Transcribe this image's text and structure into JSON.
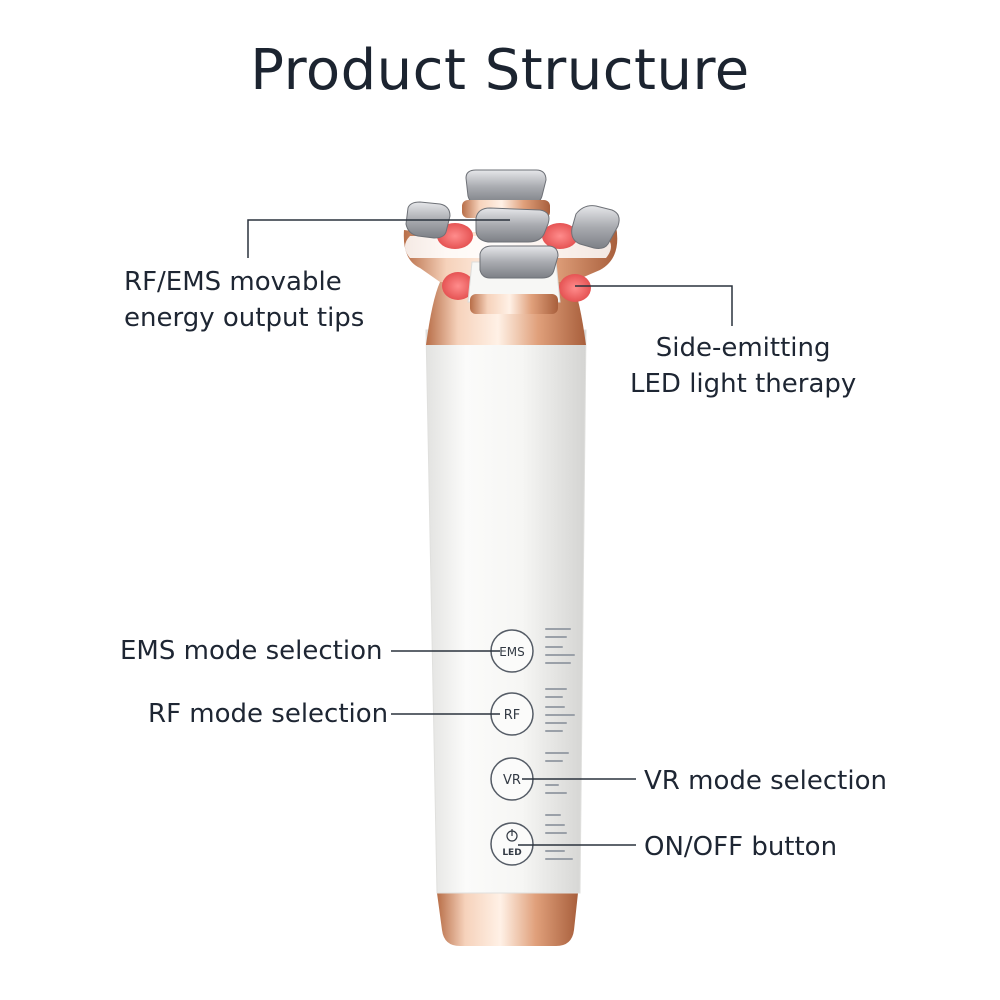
{
  "title": "Product Structure",
  "callouts": {
    "tips": [
      "RF/EMS movable",
      "energy output tips"
    ],
    "led": [
      "Side-emitting",
      "LED light therapy"
    ],
    "ems": "EMS mode selection",
    "rf": "RF mode selection",
    "vr": "VR mode selection",
    "onoff": "ON/OFF button"
  },
  "buttons": {
    "ems": "EMS",
    "rf": "RF",
    "vr": "VR",
    "led": "LED"
  },
  "colors": {
    "rose_gold": "#e8b08a",
    "body": "#f4f4f2",
    "led_red": "#ef5a5a",
    "line": "#1e2633"
  }
}
